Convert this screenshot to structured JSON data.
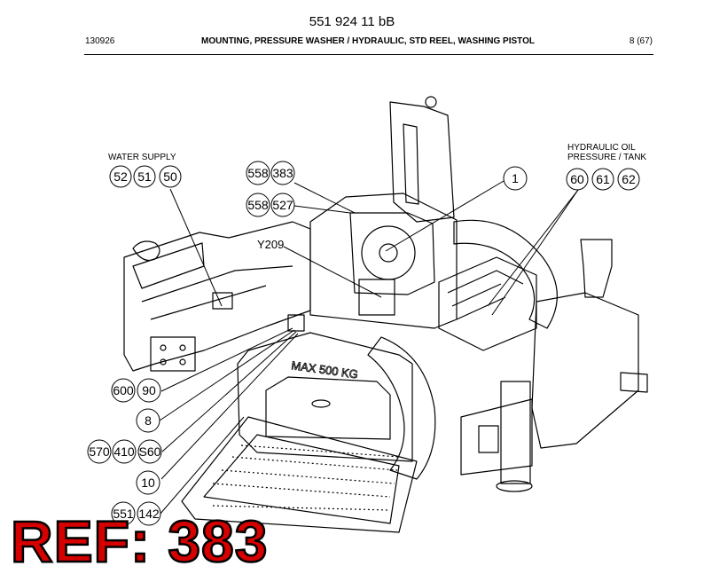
{
  "header": {
    "doc_number": "551 924 11 bB",
    "date": "130926",
    "title": "MOUNTING, PRESSURE WASHER / HYDRAULIC, STD REEL, WASHING PISTOL",
    "page": "8 (67)"
  },
  "labels": {
    "water_supply": "WATER SUPPLY",
    "hydraulic_line1": "HYDRAULIC OIL",
    "hydraulic_line2": "PRESSURE / TANK",
    "y209": "Y209",
    "max_load": "MAX 500 KG"
  },
  "callouts": {
    "c52": "52",
    "c51": "51",
    "c50": "50",
    "c558a": "558",
    "c383": "383",
    "c558b": "558",
    "c527": "527",
    "c1": "1",
    "c60": "60",
    "c61": "61",
    "c62": "62",
    "c600": "600",
    "c90": "90",
    "c8": "8",
    "c570": "570",
    "c410": "410",
    "cS60": "S60",
    "c10": "10",
    "c551": "551",
    "c142": "142"
  },
  "stamp": {
    "text": "REF: 383",
    "color": "#d50000"
  }
}
